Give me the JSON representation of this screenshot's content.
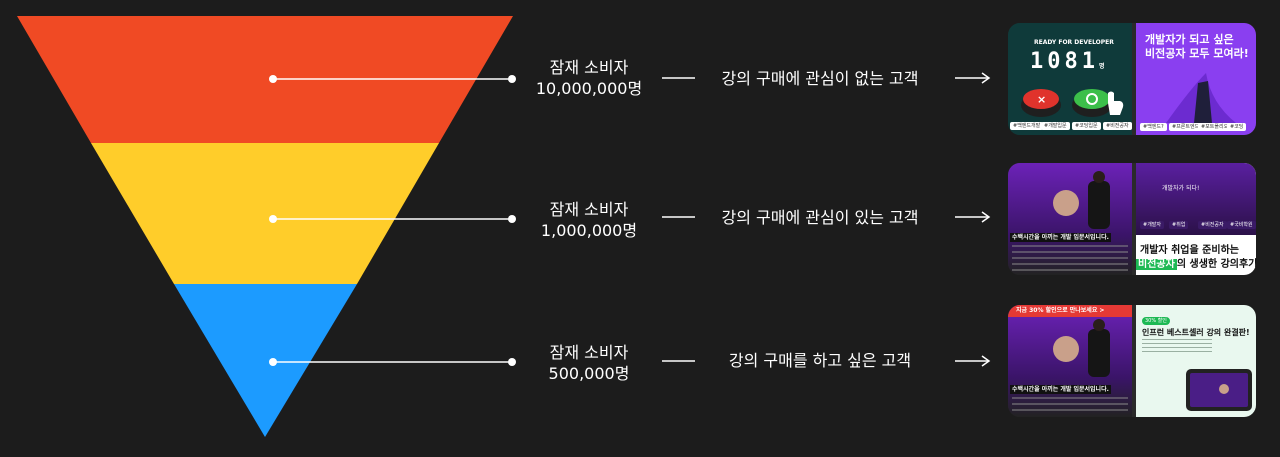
{
  "colors": {
    "background": "#1c1c1c",
    "tier_top": "#f04a24",
    "tier_middle": "#ffcd2a",
    "tier_bottom": "#1c9bff",
    "line": "#ffffff"
  },
  "tiers": [
    {
      "count_line1": "잠재 소비자",
      "count_line2": "10,000,000명",
      "description": "강의 구매에 관심이 없는 고객",
      "thumbnail": {
        "left_heading": "READY FOR DEVELOPER",
        "left_number": "1081",
        "left_unit": "명",
        "left_chips": [
          "#백엔드개발",
          "#개발입문",
          "#코딩입문",
          "#비전공자"
        ],
        "right_title_line1": "개발자가 되고 싶은",
        "right_title_line2": "비전공자 모두 모여라!",
        "right_chips": [
          "#백엔드?",
          "#프론트엔드?",
          "#포트폴리오",
          "#코딩"
        ],
        "icons": [
          "x-button-icon",
          "o-button-icon",
          "pointer-hand-icon"
        ]
      }
    },
    {
      "count_line1": "잠재 소비자",
      "count_line2": "1,000,000명",
      "description": "강의 구매에 관심이 있는 고객",
      "thumbnail": {
        "left_caption": "수백시간을 아끼는 개발 입문서입니다.",
        "right_small": "개발자가 되다!",
        "right_title_line1": "개발자 취업을 준비하는",
        "right_title_line2_highlight": "비전공자",
        "right_title_line2_rest": "의 생생한 강의후기",
        "right_chips": [
          "#개발자",
          "#취업",
          "#비전공자",
          "#국비학원"
        ]
      }
    },
    {
      "count_line1": "잠재 소비자",
      "count_line2": "500,000명",
      "description": "강의 구매를 하고 싶은 고객",
      "thumbnail": {
        "top_banner": "지금 30% 할인으로 만나보세요 >",
        "left_caption": "수백시간을 아끼는 개발 입문서입니다.",
        "right_badge": "30% 할인",
        "right_title": "인프런 베스트셀러 강의 완결판!"
      }
    }
  ]
}
